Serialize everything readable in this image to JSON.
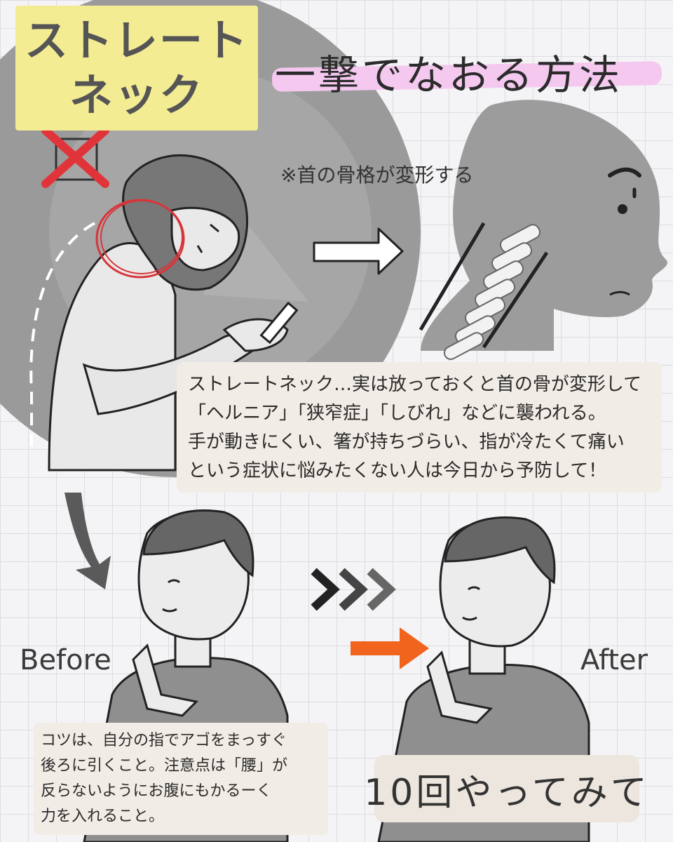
{
  "title": {
    "line1": "ストレート",
    "line2": "ネック",
    "subtitle": "一撃でなおる方法"
  },
  "note": "※首の骨格が変形する",
  "description": {
    "lines": [
      "ストレートネック…実は放っておくと首の骨が変形して",
      "「ヘルニア」「狭窄症」「しびれ」などに襲われる。",
      "手が動きにくい、箸が持ちづらい、指が冷たくて痛い",
      "という症状に悩みたくない人は今日から予防して！"
    ]
  },
  "labels": {
    "before": "Before",
    "after": "After"
  },
  "tips": {
    "lines": [
      "コツは、自分の指でアゴをまっすぐ",
      "後ろに引くこと。注意点は「腰」が",
      "反らないようにお腹にもかるーく",
      "力を入れること。"
    ]
  },
  "repeat": "10回やってみて",
  "colors": {
    "title_bg": "#f3ec93",
    "highlight": "#f5c8f0",
    "cross": "#e0343a",
    "arrow_orange": "#f0641e",
    "box_bg": "#f1ece5"
  },
  "icons": [
    "cross-mark-icon",
    "right-arrow-icon",
    "curved-down-arrow-icon",
    "chevron-triple-icon",
    "orange-arrow-icon"
  ]
}
